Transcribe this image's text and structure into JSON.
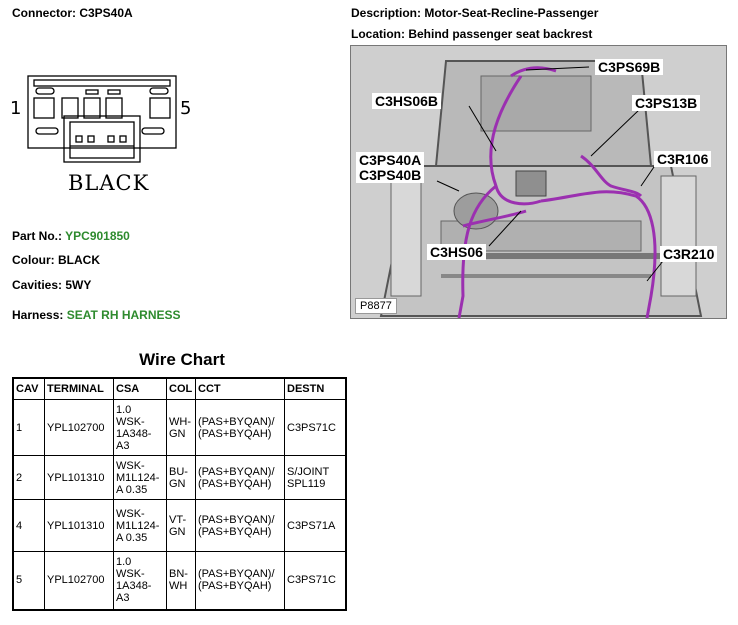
{
  "header": {
    "connector_label": "Connector: C3PS40A",
    "description_label": "Description: Motor-Seat-Recline-Passenger",
    "location_label": "Location: Behind passenger seat backrest"
  },
  "connector": {
    "pin_left": "1",
    "pin_right": "5",
    "color_text": "BLACK"
  },
  "details": {
    "part_no_label": "Part No.:",
    "part_no_value": "YPC901850",
    "colour_label": "Colour:",
    "colour_value": "BLACK",
    "cavities_label": "Cavities:",
    "cavities_value": "5WY",
    "harness_label": "Harness:",
    "harness_value": "SEAT RH HARNESS"
  },
  "photo": {
    "callouts": [
      "C3PS69B",
      "C3HS06B",
      "C3PS13B",
      "C3PS40A",
      "C3PS40B",
      "C3R106",
      "C3HS06",
      "C3R210"
    ],
    "plate_number": "P8877"
  },
  "wire_chart": {
    "title": "Wire Chart",
    "headers": [
      "CAV",
      "TERMINAL",
      "CSA",
      "COL",
      "CCT",
      "DESTN"
    ],
    "rows": [
      {
        "cav": "1",
        "terminal": "YPL102700",
        "csa": [
          "1.0",
          "WSK-",
          "1A348-",
          "A3"
        ],
        "col": [
          "WH-",
          "GN"
        ],
        "cct": [
          "(PAS+BYQAN)/",
          "(PAS+BYQAH)"
        ],
        "destn": [
          "C3PS71C"
        ]
      },
      {
        "cav": "2",
        "terminal": "YPL101310",
        "csa": [
          "WSK-",
          "M1L124-",
          "A 0.35"
        ],
        "col": [
          "BU-",
          "GN"
        ],
        "cct": [
          "(PAS+BYQAN)/",
          "(PAS+BYQAH)"
        ],
        "destn": [
          "S/JOINT",
          "SPL119"
        ]
      },
      {
        "cav": "4",
        "terminal": "YPL101310",
        "csa": [
          "WSK-",
          "M1L124-",
          "A 0.35"
        ],
        "col": [
          "VT-",
          "GN"
        ],
        "cct": [
          "(PAS+BYQAN)/",
          "(PAS+BYQAH)"
        ],
        "destn": [
          "C3PS71A"
        ]
      },
      {
        "cav": "5",
        "terminal": "YPL102700",
        "csa": [
          "1.0",
          "WSK-",
          "1A348-",
          "A3"
        ],
        "col": [
          "BN-",
          "WH"
        ],
        "cct": [
          "(PAS+BYQAN)/",
          "(PAS+BYQAH)"
        ],
        "destn": [
          "C3PS71C"
        ]
      }
    ]
  },
  "colors": {
    "value_green": "#2e8b2e",
    "wire_purple": "#9b30b0"
  }
}
